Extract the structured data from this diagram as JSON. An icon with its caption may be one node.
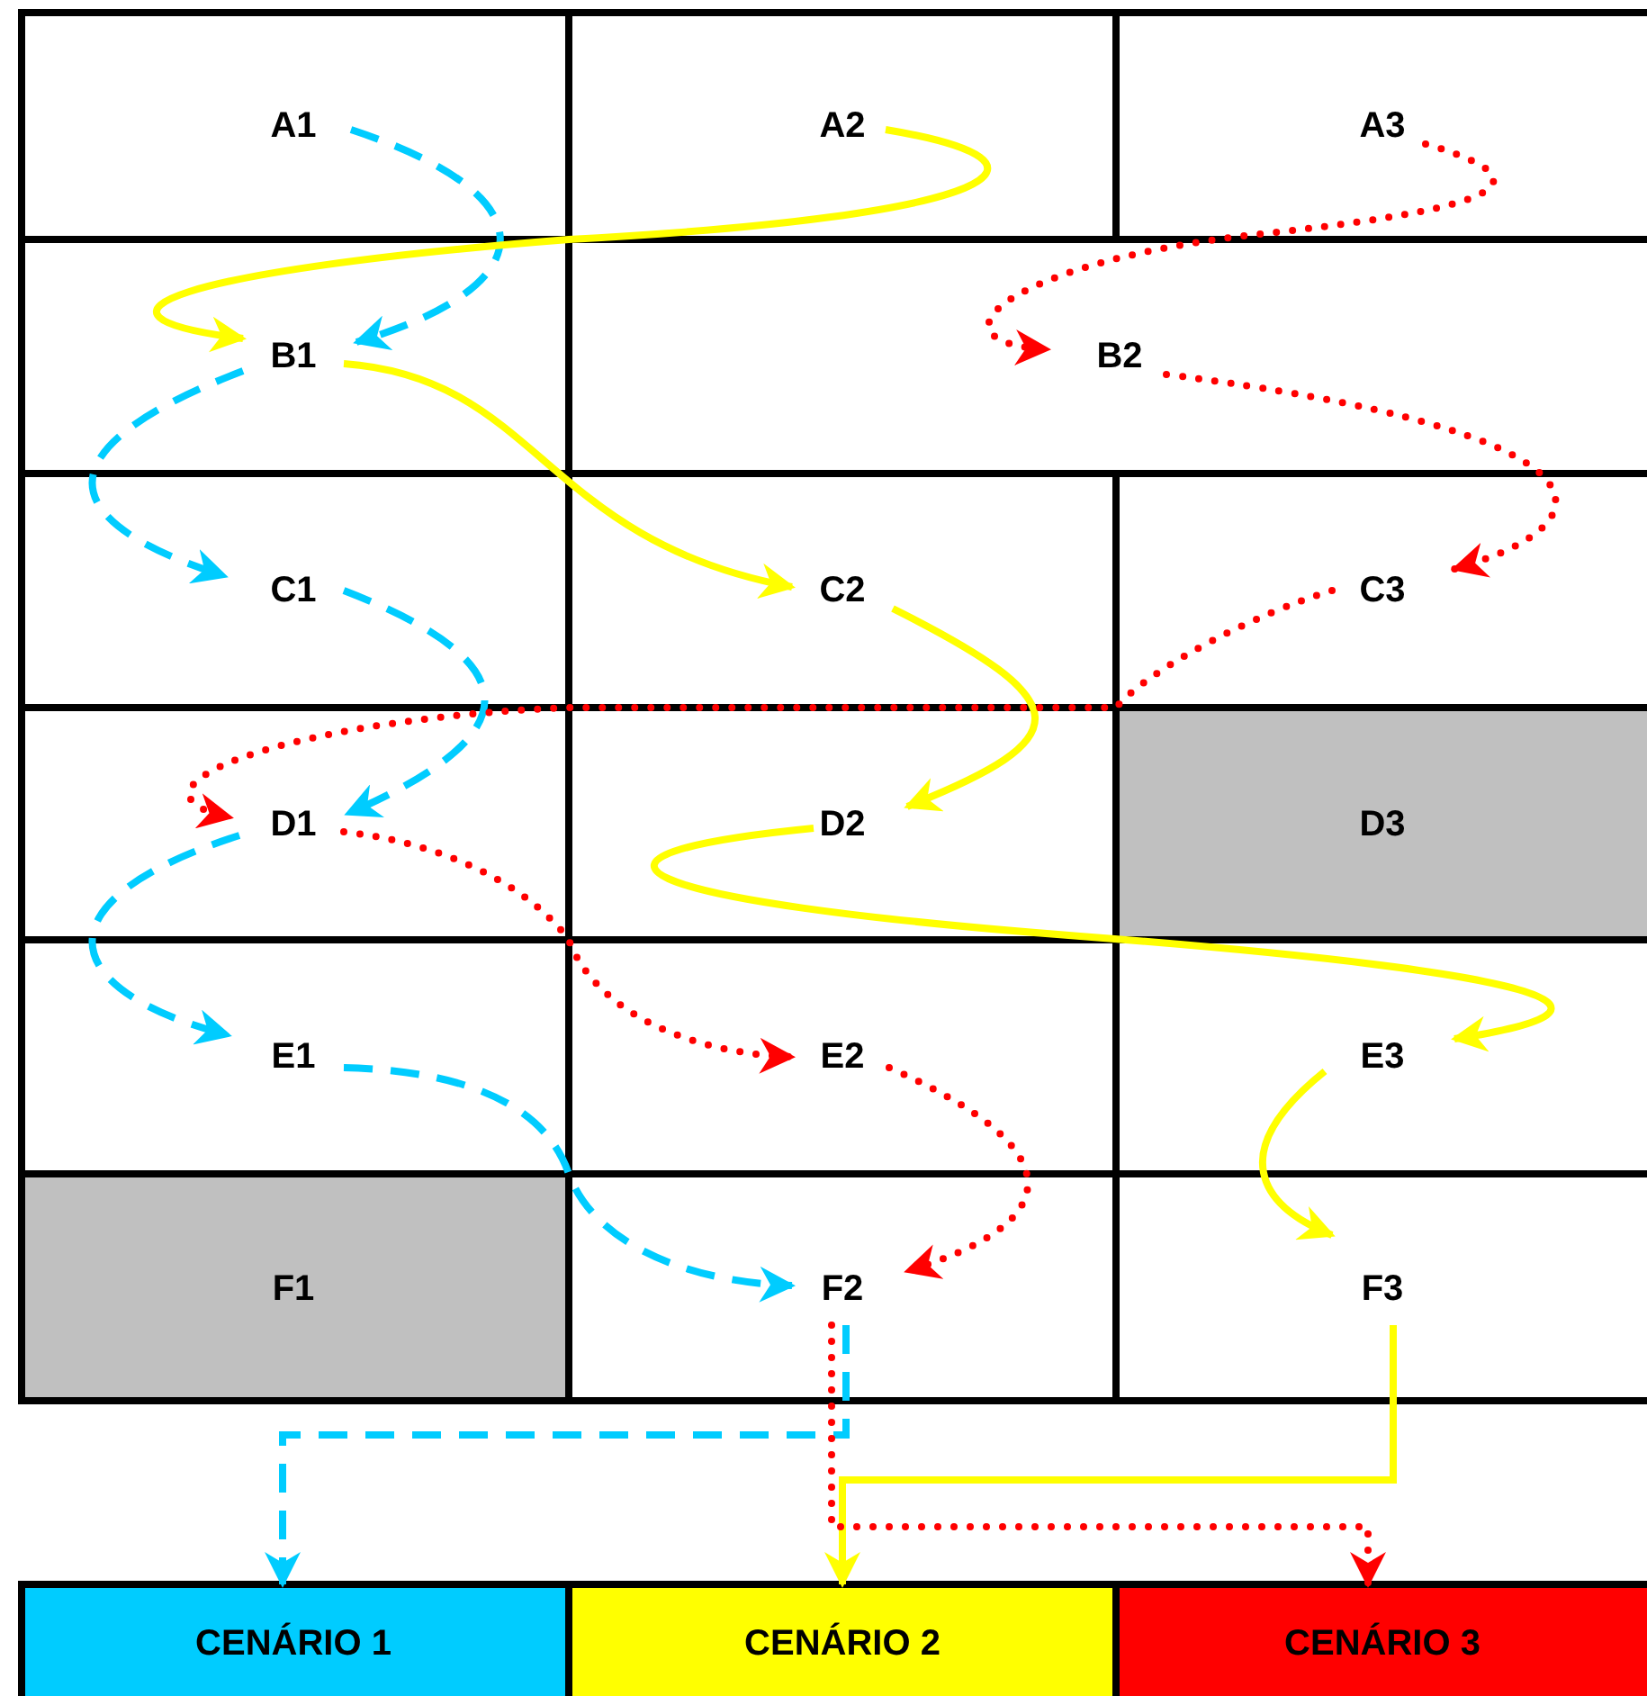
{
  "diagram": {
    "nodes": [
      {
        "text": [
          "A1"
        ]
      },
      {
        "text": [
          "A2"
        ]
      },
      {
        "text": [
          "A3"
        ]
      },
      {
        "text": [
          "B1"
        ]
      },
      {
        "text": [
          "B2"
        ]
      },
      {
        "text": [
          "C1"
        ]
      },
      {
        "text": [
          "C2"
        ]
      },
      {
        "text": [
          "C3"
        ]
      },
      {
        "text": [
          "D1"
        ]
      },
      {
        "text": [
          "D2"
        ]
      },
      {
        "text": [
          "D3"
        ]
      },
      {
        "text": [
          "E1"
        ]
      },
      {
        "text": [
          "E2"
        ]
      },
      {
        "text": [
          "E3"
        ]
      },
      {
        "text": [
          "F1"
        ]
      },
      {
        "text": [
          "F2"
        ]
      },
      {
        "text": [
          "F3"
        ]
      },
      {
        "text": [
          "CENÁRIO 1"
        ]
      },
      {
        "text": [
          "CENÁRIO 2"
        ]
      },
      {
        "text": [
          "CENÁRIO 3"
        ]
      }
    ],
    "edges": [
      {
        "from": 0,
        "to": 3,
        "arrow": "to",
        "style": "dashed",
        "color": "#00ccff"
      },
      {
        "from": 1,
        "to": 3,
        "arrow": "to",
        "color": "#ffff00"
      },
      {
        "from": 3,
        "to": 5,
        "arrow": "to",
        "style": "dashed",
        "color": "#00ccff"
      },
      {
        "from": 3,
        "to": 6,
        "arrow": "to",
        "color": "#ffff00"
      },
      {
        "from": 2,
        "to": 4,
        "arrow": "to",
        "style": "dashed",
        "color": "#ff0000"
      },
      {
        "from": 4,
        "to": 7,
        "arrow": "to",
        "style": "dashed",
        "color": "#ff0000"
      },
      {
        "from": 5,
        "to": 8,
        "arrow": "to",
        "style": "dashed",
        "color": "#00ccff"
      },
      {
        "from": 6,
        "to": 9,
        "arrow": "to",
        "color": "#ffff00"
      },
      {
        "from": 7,
        "to": 8,
        "arrow": "to",
        "style": "dashed",
        "color": "#ff0000"
      },
      {
        "from": 8,
        "to": 11,
        "arrow": "to",
        "style": "dashed",
        "color": "#00ccff"
      },
      {
        "from": 8,
        "to": 12,
        "arrow": "to",
        "style": "dashed",
        "color": "#ff0000"
      },
      {
        "from": 9,
        "to": 13,
        "arrow": "to",
        "color": "#ffff00"
      },
      {
        "from": 11,
        "to": 15,
        "arrow": "to",
        "style": "dashed",
        "color": "#00ccff"
      },
      {
        "from": 12,
        "to": 15,
        "arrow": "to",
        "style": "dashed",
        "color": "#ff0000"
      },
      {
        "from": 13,
        "to": 16,
        "arrow": "to",
        "color": "#ffff00"
      },
      {
        "from": 16,
        "to": 18,
        "arrow": "to",
        "color": "#ffff00"
      },
      {
        "from": 15,
        "to": 17,
        "arrow": "to",
        "style": "dashed",
        "color": "#00ccff"
      },
      {
        "from": 15,
        "to": 19,
        "arrow": "to",
        "style": "dashed",
        "color": "#ff0000"
      }
    ]
  }
}
